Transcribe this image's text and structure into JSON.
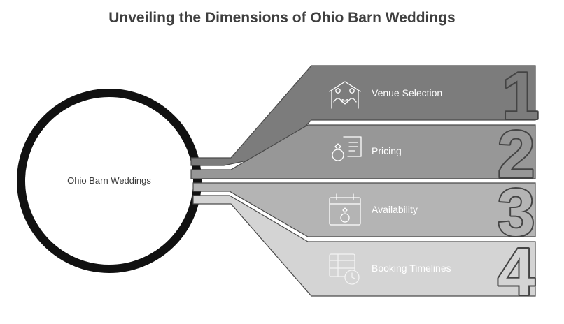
{
  "title": "Unveiling the Dimensions of Ohio Barn Weddings",
  "center_label": "Ohio Barn Weddings",
  "items": [
    {
      "number": "1",
      "label": "Venue Selection",
      "icon": "couple-home-icon",
      "fill": "#7c7c7c",
      "icon_color": "#ffffff"
    },
    {
      "number": "2",
      "label": "Pricing",
      "icon": "ring-document-icon",
      "fill": "#979797",
      "icon_color": "#ffffff"
    },
    {
      "number": "3",
      "label": "Availability",
      "icon": "calendar-ring-icon",
      "fill": "#b4b4b4",
      "icon_color": "#ffffff"
    },
    {
      "number": "4",
      "label": "Booking Timelines",
      "icon": "calendar-clock-icon",
      "fill": "#d4d4d4",
      "icon_color": "#f3f3f3"
    }
  ]
}
